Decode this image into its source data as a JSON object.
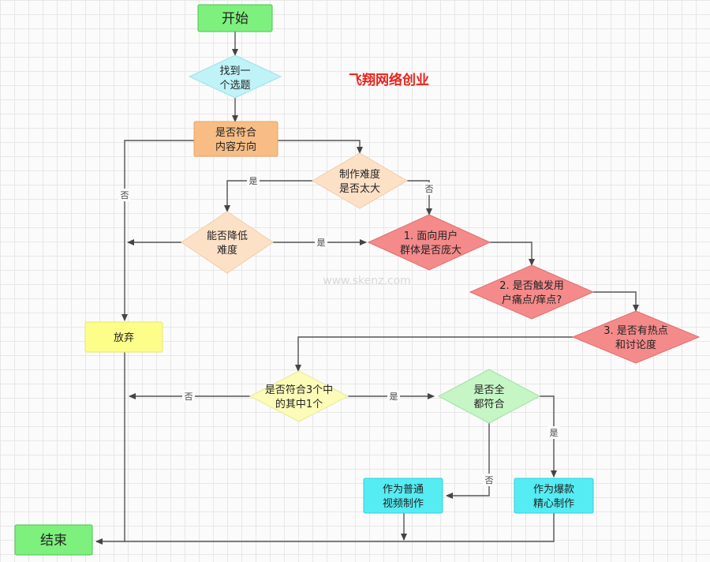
{
  "brand": "飞翔网络创业",
  "watermark": "www.skenz.com",
  "nodes": {
    "start": {
      "lines": [
        "开始"
      ],
      "fill": "#7ef07e",
      "stroke": "#4cc24c"
    },
    "find_topic": {
      "lines": [
        "找到一",
        "个选题"
      ],
      "fill": "#bff3f8",
      "stroke": "#9fe0e8"
    },
    "content_fit": {
      "lines": [
        "是否符合",
        "内容方向"
      ],
      "fill": "#f7bd84",
      "stroke": "#e9a565"
    },
    "difficulty": {
      "lines": [
        "制作难度",
        "是否太大"
      ],
      "fill": "#fde1c7",
      "stroke": "#f0cca9"
    },
    "reduce": {
      "lines": [
        "能否降低",
        "难度"
      ],
      "fill": "#fde1c7",
      "stroke": "#f0cca9"
    },
    "q1": {
      "lines": [
        "1.  面向用户",
        "群体是否庞大"
      ],
      "fill": "#f58a8a",
      "stroke": "#e06e6e"
    },
    "q2": {
      "lines": [
        "2. 是否触发用",
        "户痛点/痒点?"
      ],
      "fill": "#f58a8a",
      "stroke": "#e06e6e"
    },
    "q3": {
      "lines": [
        "3. 是否有热点",
        "和讨论度"
      ],
      "fill": "#f58a8a",
      "stroke": "#e06e6e"
    },
    "give_up": {
      "lines": [
        "放弃"
      ],
      "fill": "#fdfd8a",
      "stroke": "#e6e670"
    },
    "match_one": {
      "lines": [
        "是否符合3个中",
        "的其中1个"
      ],
      "fill": "#fcfcb8",
      "stroke": "#e8e89a"
    },
    "match_all": {
      "lines": [
        "是否全",
        "都符合"
      ],
      "fill": "#c6f5c6",
      "stroke": "#a5dfa5"
    },
    "normal": {
      "lines": [
        "作为普通",
        "视频制作"
      ],
      "fill": "#55ecf4",
      "stroke": "#32d1da"
    },
    "hot": {
      "lines": [
        "作为爆款",
        "精心制作"
      ],
      "fill": "#55ecf4",
      "stroke": "#32d1da"
    },
    "end": {
      "lines": [
        "结束"
      ],
      "fill": "#7ef07e",
      "stroke": "#4cc24c"
    }
  },
  "edge_labels": {
    "content_no": "否",
    "difficulty_yes": "是",
    "difficulty_no": "否",
    "reduce_yes": "是",
    "match_one_no": "否",
    "match_one_yes": "是",
    "match_all_yes": "是",
    "match_all_no": "否"
  }
}
